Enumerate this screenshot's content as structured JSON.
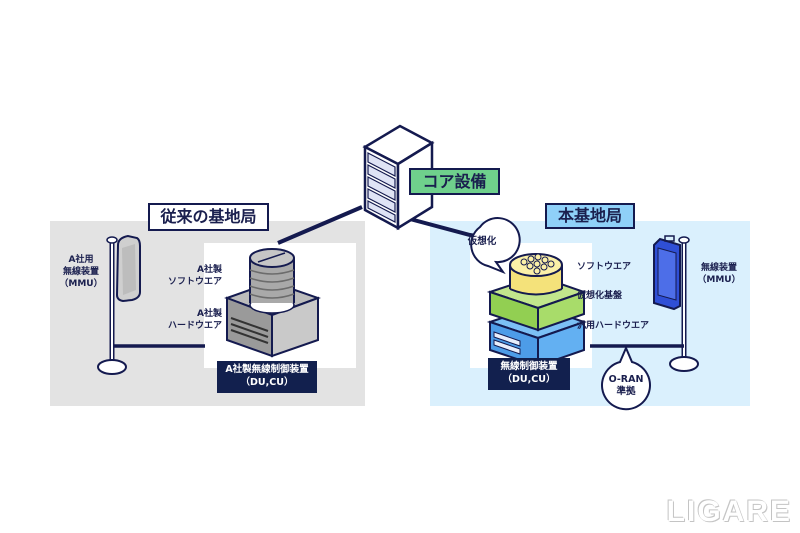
{
  "core": {
    "label": "コア設備"
  },
  "legacy_station": {
    "title": "従来の基地局",
    "radio_unit_label": [
      "A社用",
      "無線装置",
      "（MMU）"
    ],
    "software_label": [
      "A社製",
      "ソフトウエア"
    ],
    "hardware_label": [
      "A社製",
      "ハードウエア"
    ],
    "controller_label": [
      "A社製無線制御装置",
      "（DU,CU）"
    ]
  },
  "new_station": {
    "title": "本基地局",
    "virtualization_bubble": "仮想化",
    "software_label": "ソフトウエア",
    "platform_label": "仮想化基盤",
    "hardware_label": "汎用ハードウエア",
    "controller_label": [
      "無線制御装置",
      "（DU,CU）"
    ],
    "radio_unit_label": [
      "無線装置",
      "（MMU）"
    ],
    "oran_bubble": [
      "O-RAN",
      "準拠"
    ]
  },
  "watermark": "LIGARE",
  "colors": {
    "navy": "#141a4f",
    "legacy_bg": "#e3e3e3",
    "new_bg": "#daf0fd",
    "core_green": "#6fd08c",
    "new_title_blue": "#8fd0f8",
    "software_yellow": "#f7e98a",
    "platform_green": "#a8d96a",
    "hardware_blue": "#55aaee",
    "mmu_blue": "#3c5ee0"
  }
}
